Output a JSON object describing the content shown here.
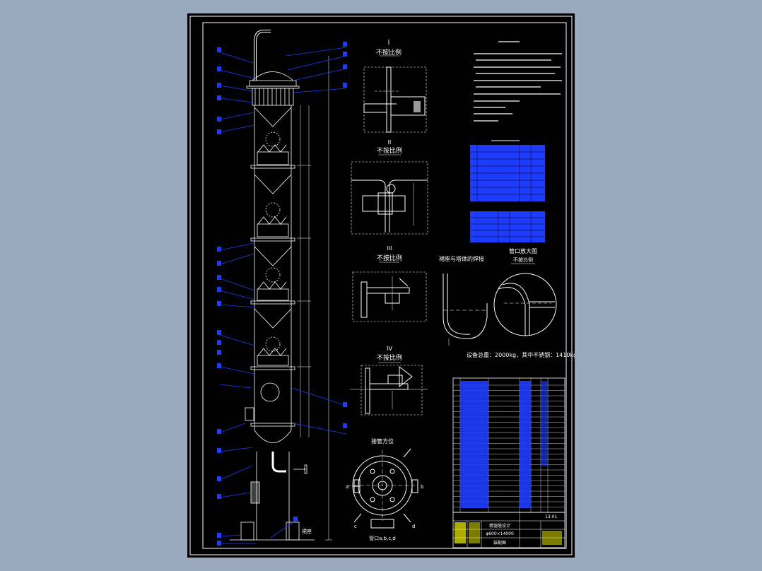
{
  "viewer": {
    "background": "#9aa9bd",
    "sheet_background": "#000000"
  },
  "detail_views": {
    "d1": {
      "roman": "I",
      "note": "不按比例"
    },
    "d2": {
      "roman": "II",
      "note": "不按比例"
    },
    "d3": {
      "roman": "III",
      "note": "不按比例"
    },
    "d4": {
      "roman": "IV",
      "note": "不按比例"
    }
  },
  "head_view_title": "裙座与塔体的焊接",
  "nozzle_view": {
    "title": "管口放大图",
    "note": "不按比例"
  },
  "weight_note": "设备总重：2000kg，其中不锈钢：1410kg",
  "orientation": {
    "title": "接管方位",
    "caption": "管口a,b,c,d",
    "labels": [
      "a",
      "b",
      "c",
      "d"
    ]
  },
  "title_block": {
    "drawing_name": "精馏塔设计",
    "spec": "φ600×14000",
    "view_name": "装配图",
    "revision": "13-01"
  },
  "colors": {
    "line": "#ffffff",
    "blue": "#1e3cff",
    "cyan": "#00e5ff",
    "yellow": "#f6f600",
    "green": "#00d000"
  }
}
